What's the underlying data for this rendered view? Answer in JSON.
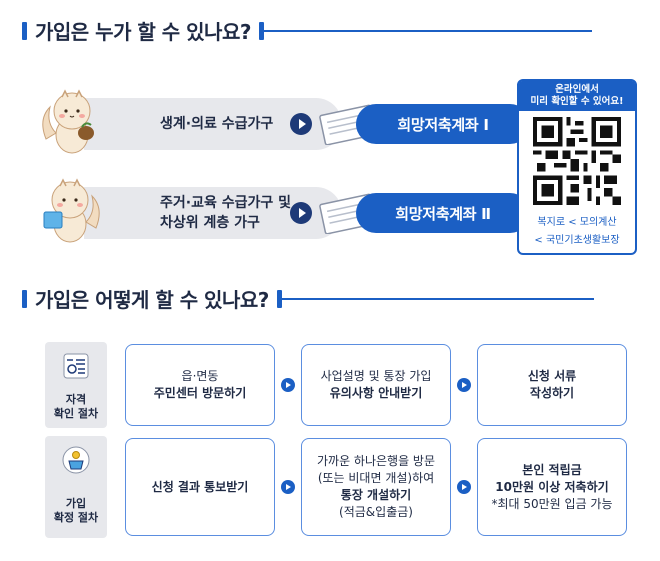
{
  "section1": {
    "title": "가입은 누가 할 수 있나요?"
  },
  "eligibility": [
    {
      "group": [
        "생계·의료 수급가구"
      ],
      "account": "희망저축계좌 Ⅰ"
    },
    {
      "group": [
        "주거·교육 수급가구 및",
        "차상위 계층 가구"
      ],
      "account": "희망저축계좌 Ⅱ"
    }
  ],
  "qr_panel": {
    "heading": [
      "온라인에서",
      "미리 확인할 수 있어요!"
    ],
    "caption_line1": "복지로 < 모의계산",
    "caption_line2": "< 국민기초생활보장"
  },
  "section2": {
    "title": "가입은 어떻게 할 수 있나요?"
  },
  "procedures": [
    {
      "label": [
        "자격",
        "확인 절차"
      ],
      "steps": [
        {
          "lines": [
            {
              "text": "읍·면동",
              "bold": false
            },
            {
              "text": "주민센터 방문하기",
              "bold": true
            }
          ]
        },
        {
          "lines": [
            {
              "text": "사업설명 및 통장 가입",
              "bold": false
            },
            {
              "text": "유의사항 안내받기",
              "bold": true
            }
          ]
        },
        {
          "lines": [
            {
              "text": "신청 서류",
              "bold": true
            },
            {
              "text": "작성하기",
              "bold": true
            }
          ]
        }
      ]
    },
    {
      "label": [
        "가입",
        "확정 절차"
      ],
      "steps": [
        {
          "lines": [
            {
              "text": "신청 결과 통보받기",
              "bold": true
            }
          ]
        },
        {
          "lines": [
            {
              "text": "가까운 하나은행을 방문",
              "bold": false
            },
            {
              "text": "(또는 비대면 개설)하여",
              "bold": false
            },
            {
              "text": "통장 개설하기",
              "bold": true
            },
            {
              "text": "(적금&입출금)",
              "bold": false
            }
          ]
        },
        {
          "lines": [
            {
              "text": "본인 적립금",
              "bold": true
            },
            {
              "text": "10만원 이상 저축하기",
              "bold": true
            },
            {
              "text": "*최대 50만원 입금 가능",
              "bold": false
            }
          ]
        }
      ]
    }
  ],
  "colors": {
    "primary": "#1b5fc4",
    "navy": "#1e3a78",
    "gray_bg": "#e7e8ec",
    "box_border": "#5b8ee0",
    "text": "#1f2a44"
  },
  "icons": [
    "squirrel-mascot",
    "bankbook-icon",
    "qr-code",
    "checklist-icon",
    "money-pot-icon",
    "play-arrow-icon"
  ]
}
